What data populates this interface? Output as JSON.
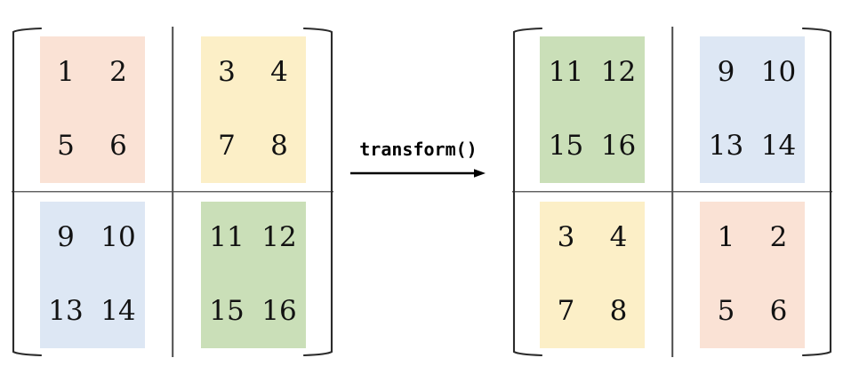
{
  "figure": {
    "title": "",
    "colors": {
      "peach": "#fae2d5",
      "yellow": "#fcefc7",
      "blue": "#dde7f4",
      "green": "#cadfb8",
      "ink": "#121212",
      "bracket": "#2b2b2b",
      "divider": "#1b1b1b",
      "divider_vertical": "#4c4c4c",
      "background": "#ffffff"
    }
  },
  "left_matrix": {
    "name": "input-matrix",
    "quadrants": [
      {
        "id": "q-top-left",
        "color_key": "peach",
        "color": "#fae2d5",
        "values": [
          "1",
          "2",
          "5",
          "6"
        ]
      },
      {
        "id": "q-top-right",
        "color_key": "yellow",
        "color": "#fcefc7",
        "values": [
          "3",
          "4",
          "7",
          "8"
        ]
      },
      {
        "id": "q-bottom-left",
        "color_key": "blue",
        "color": "#dde7f4",
        "values": [
          "9",
          "10",
          "13",
          "14"
        ]
      },
      {
        "id": "q-bottom-right",
        "color_key": "green",
        "color": "#cadfb8",
        "values": [
          "11",
          "12",
          "15",
          "16"
        ]
      }
    ]
  },
  "arrow": {
    "label": "transform()",
    "direction": "right"
  },
  "right_matrix": {
    "name": "output-matrix",
    "quadrants": [
      {
        "id": "q-top-left",
        "color_key": "green",
        "color": "#cadfb8",
        "values": [
          "11",
          "12",
          "15",
          "16"
        ]
      },
      {
        "id": "q-top-right",
        "color_key": "blue",
        "color": "#dde7f4",
        "values": [
          "9",
          "10",
          "13",
          "14"
        ]
      },
      {
        "id": "q-bottom-left",
        "color_key": "yellow",
        "color": "#fcefc7",
        "values": [
          "3",
          "4",
          "7",
          "8"
        ]
      },
      {
        "id": "q-bottom-right",
        "color_key": "peach",
        "color": "#fae2d5",
        "values": [
          "1",
          "2",
          "5",
          "6"
        ]
      }
    ]
  }
}
